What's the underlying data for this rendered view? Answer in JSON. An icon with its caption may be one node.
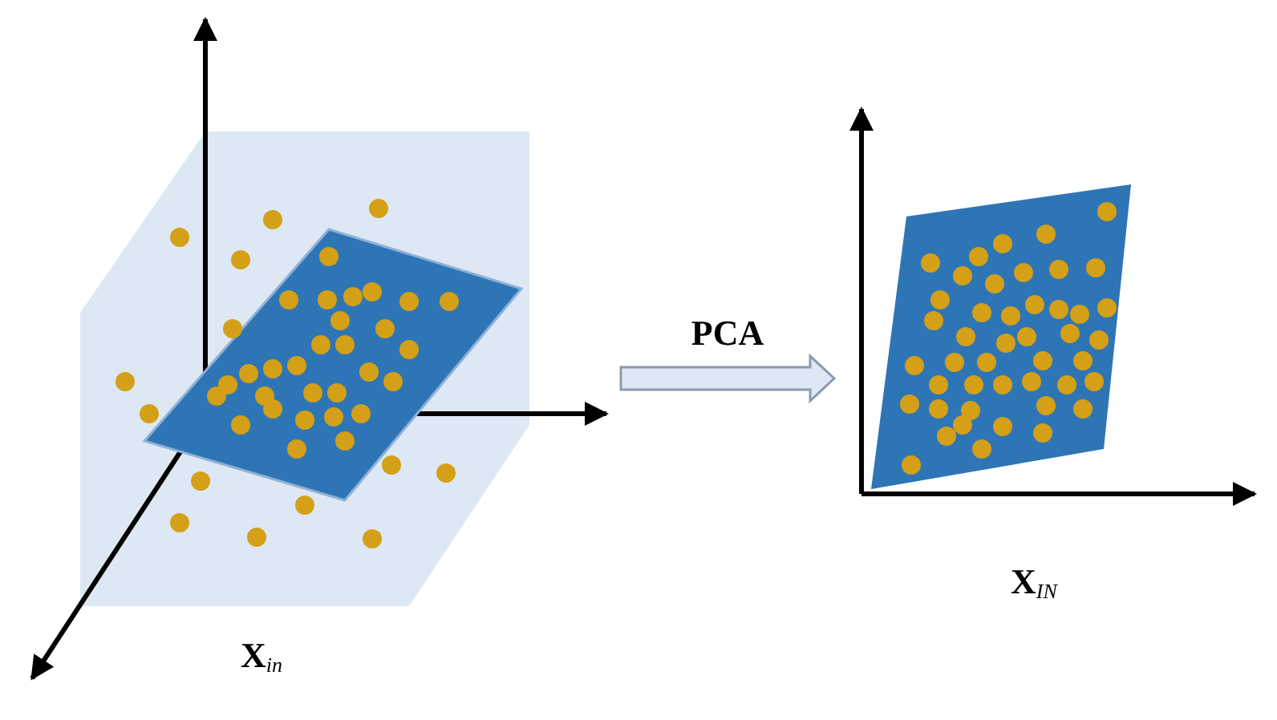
{
  "diagram": {
    "nodes": [
      {
        "text": [],
        "shape": "picture",
        "beside": [
          "X$_{in}$"
        ]
      },
      {
        "text": [],
        "shape": "picture",
        "beside": [
          "X$_{IN}$"
        ]
      }
    ],
    "edges": [
      {
        "from": 0,
        "to": 1,
        "arrow": "to",
        "label": "PCA"
      }
    ]
  }
}
